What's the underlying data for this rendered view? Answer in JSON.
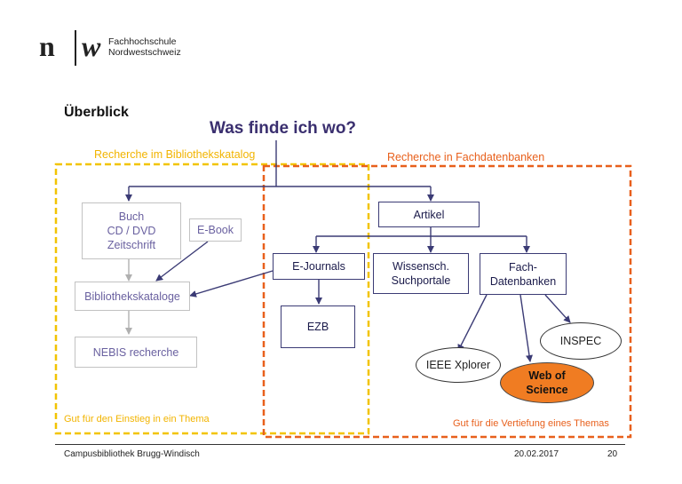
{
  "header": {
    "logo_n": "n",
    "logo_w": "w",
    "institution_line1": "Fachhochschule",
    "institution_line2": "Nordwestschweiz"
  },
  "slide": {
    "section_title": "Überblick",
    "main_question": "Was finde ich wo?"
  },
  "zones": {
    "catalog_title": "Recherche im Bibliothekskatalog",
    "catalog_note": "Gut für den Einstieg in ein Thema",
    "databases_title": "Recherche in Fachdatenbanken",
    "databases_note": "Gut für die Vertiefung eines Themas"
  },
  "nodes": {
    "buch_line1": "Buch",
    "buch_line2": "CD / DVD",
    "buch_line3": "Zeitschrift",
    "ebook": "E-Book",
    "bibliothekskataloge": "Bibliothekskataloge",
    "nebis": "NEBIS recherche",
    "artikel": "Artikel",
    "ejournals": "E-Journals",
    "ezb": "EZB",
    "wissensch_line1": "Wissensch.",
    "wissensch_line2": "Suchportale",
    "fach_line1": "Fach-",
    "fach_line2": "Datenbanken",
    "inspec": "INSPEC",
    "ieee": "IEEE Xplorer",
    "wos_line1": "Web of",
    "wos_line2": "Science"
  },
  "footer": {
    "left": "Campusbibliothek Brugg-Windisch",
    "date": "20.02.2017",
    "page": "20"
  },
  "colors": {
    "yellow_zone": "#f2c400",
    "orange_zone": "#e8601c",
    "connector": "#3b3b75",
    "grey_connector": "#b0b0b0",
    "highlight": "#f07c22"
  }
}
